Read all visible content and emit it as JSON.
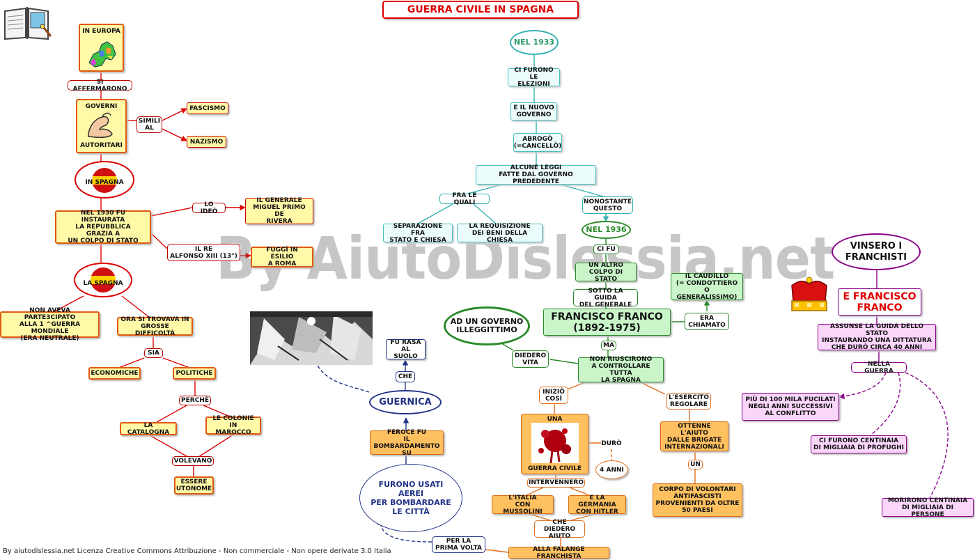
{
  "title": "GUERRA CIVILE IN SPAGNA",
  "watermark": "By AiutoDislessia.net",
  "footer": "By aiutodislessia.net Licenza Creative Commons Attribuzione - Non commerciale - Non opere derivate 3.0 Italia",
  "colors": {
    "red": "#d00000",
    "teal": "#35b0b0",
    "green": "#2a8a2a",
    "purple": "#8b008b",
    "navy": "#223388",
    "orange": "#e07020",
    "yellow": "#fff9a8"
  },
  "left": {
    "in_europa": "IN EUROPA",
    "si_affermarono": "SI AFFERMARONO",
    "governi_top": "GOVERNI",
    "governi_bottom": "AUTORITARI",
    "simili_al": "SIMILI\nAL",
    "fascismo": "FASCISMO",
    "nazismo": "NAZISMO",
    "in_spagna": "IN SPAGNA",
    "nel1930": "NEL 1930 FU INSTAURATA\nLA REPUBBLICA\nGRAZIA A\nUN COLPO DI STATO",
    "lo_ideo": "LO IDEÒ",
    "generale": "IL GENERALE\nMIGUEL PRIMO DE\nRIVERA",
    "il_re": "IL RE\nALFONSO XIII (13°)",
    "fuggi": "FUGGÌ IN ESILIO\nA ROMA",
    "la_spagna": "LA SPAGNA",
    "non_aveva": "NON AVEVA PARTE3CIPATO\nALLA 1 ^GUERRA MONDIALE\n(ERA NEUTRALE)",
    "ora_si": "ORA SI TROVAVA IN\nGROSSE DIFFICOLTÀ",
    "sia": "SIA",
    "economiche": "ECONOMICHE",
    "politiche": "POLITICHE",
    "perche": "PERCHÈ",
    "catalogna": "LA CATALOGNA",
    "colonie": "LE COLONIE IN\nMAROCCO",
    "volevano": "VOLEVANO",
    "essere": "ESSERE\nUTONOME"
  },
  "center": {
    "nel1933": "NEL 1933",
    "ci_furono": "CI FURONO LE\nELEZIONI",
    "nuovo_governo": "E IL NUOVO\nGOVERNO",
    "abrogo": "ABROGÒ\n(=CANCELLÒ)",
    "alcune_leggi": "ALCUNE LEGGI\nFATTE DAL GOVERNO PREDEDENTE",
    "fra_le_quali": "FRA LE QUALI",
    "nonostante": "NONOSTANTE\nQUESTO",
    "separazione": "SEPARAZIONE FRA\nSTATO E CHIESA",
    "requisizione": "LA REQUISIZIONE\nDEI BENI DELLA CHIESA",
    "nel1936": "NEL 1936",
    "ci_fu": "CI FU",
    "altro_colpo": "UN ALTRO\nCOLPO DI STATO",
    "sotto_guida": "SOTTO LA GUIDA\nDEL GENERALE",
    "franco": "FRANCISCO FRANCO\n(1892-1975)",
    "caudillo": "IL CAUDILLO\n(= CONDOTTIERO\nO GENERALISSIMO)",
    "era_chiamato": "ERA\nCHIAMATO",
    "ad_governo": "AD UN GOVERNO\nILLEGGITTIMO",
    "diedero_vita": "DIEDERO\nVITA",
    "ma": "MA",
    "non_riuscirono": "NON RIUSCIRONO\nA CONTROLLARE TUTTA\nLA SPAGNA",
    "inizio_cosi": "INIZIÒ\nCOSÌ",
    "esercito": "L'ESERCITO\nREGOLARE",
    "sanguinosa_top": "UNA SANGUINOSA",
    "sanguinosa_bottom": "GUERRA CIVILE",
    "duro": "DURÒ",
    "anni": "4 ANNI",
    "ottenne": "OTTENNE L'AIUTO\nDALLE BRIGATE\nINTERNAZIONALI",
    "un": "UN",
    "corpo": "CORPO DI VOLONTARI\nANTIFASCISTI\nPROVENIENTI DA OLTRE\n50 PAESI",
    "intervennero": "INTERVENNERO",
    "italia": "L'ITALIA\nCON MUSSOLINI",
    "germania": "E LA GERMANIA\nCON HITLER",
    "che_diedero": "CHE DIEDERO\nAIUTO",
    "falange": "ALLA FALANGE FRANCHISTA",
    "per_la": "PER LA\nPRIMA VOLTA"
  },
  "guernica": {
    "guernica": "GUERNICA",
    "fu_rasa": "FU RASA\nAL SUOLO",
    "che": "CHE",
    "feroce": "FEROCE FU\nIL BOMBARDAMENTO\nSU",
    "furono_usati": "FURONO USATI\nAEREI\nPER BOMBARDARE\nLE CITTÀ"
  },
  "right": {
    "vinsero": "VINSERO I\nFRANCHISTI",
    "e_franco": "E FRANCISCO\nFRANCO",
    "assunse": "ASSUNSE LA GUIDA DELLO STATO\nINSTAURANDO UNA DITTATURA\nCHE DURÒ CIRCA 40 ANNI",
    "nella_guerra": "NELLA GUERRA",
    "piu_di": "PIÙ DI 100 MILA FUCILATI\nNEGLI ANNI SUCCESSIVI\nAL CONFLITTO",
    "profughi": "CI FURONO CENTINAIA\nDI MIGLIAIA DI PROFUGHI",
    "morirono": "MORIRONO CENTINAIA\nDI MIGLIAIA DI PERSONE"
  }
}
